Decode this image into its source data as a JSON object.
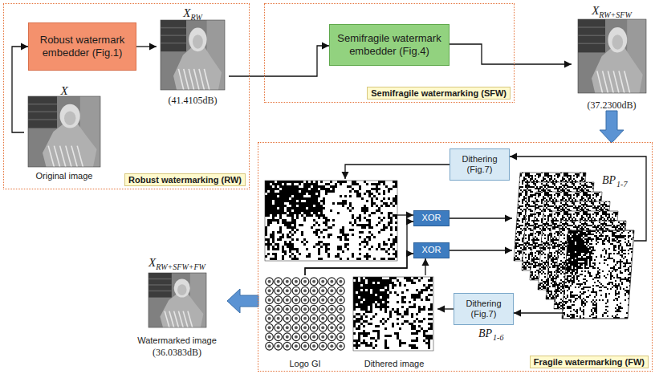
{
  "diagram": {
    "nodes": [
      {
        "text": [
          "Robust watermarking (RW)"
        ]
      },
      {
        "text": [
          "Robust watermark embedder (Fig.1)"
        ],
        "in": 0
      },
      {
        "text": [
          "X",
          "RW",
          "(41.4105dB)"
        ],
        "in": 0
      },
      {
        "text": [
          "X",
          "Original image"
        ],
        "in": 0
      },
      {
        "text": [
          "Semifragile watermarking (SFW)"
        ]
      },
      {
        "text": [
          "Semifragile watermark embedder (Fig.4)"
        ],
        "in": 4
      },
      {
        "text": [
          "X",
          "RW+SFW",
          "(37.2300dB)"
        ]
      },
      {
        "text": [
          "Fragile watermarking (FW)"
        ]
      },
      {
        "text": [
          "Dithering (Fig.7)"
        ],
        "in": 7
      },
      {
        "text": [
          "XOR"
        ],
        "in": 7
      },
      {
        "text": [
          "XOR"
        ],
        "in": 7
      },
      {
        "text": [
          "Dithering (Fig.7)"
        ],
        "in": 7
      },
      {
        "text": [
          "Logo GI"
        ],
        "in": 7
      },
      {
        "text": [
          "Dithered image"
        ],
        "in": 7
      },
      {
        "text": [
          "X",
          "RW+SFW+FW",
          "Watermarked image",
          "(36.0383dB)"
        ]
      }
    ],
    "edges": [
      {
        "from": 3,
        "to": 1,
        "arrow": "to"
      },
      {
        "from": 1,
        "to": 2,
        "arrow": "to"
      },
      {
        "from": 2,
        "to": 5,
        "arrow": "to"
      },
      {
        "from": 5,
        "to": 6,
        "arrow": "to"
      },
      {
        "from": 6,
        "to": 7,
        "arrow": "to"
      },
      {
        "from": 11,
        "to": 13,
        "arrow": "to"
      },
      {
        "from": 13,
        "to": 10,
        "arrow": "to"
      },
      {
        "from": 12,
        "to": 9,
        "arrow": "to"
      },
      {
        "from": 12,
        "to": 10,
        "arrow": "to"
      },
      {
        "from": 7,
        "to": 14,
        "arrow": "to"
      }
    ],
    "labels": [
      "BP",
      "1-7",
      "BP",
      "1-6"
    ]
  }
}
